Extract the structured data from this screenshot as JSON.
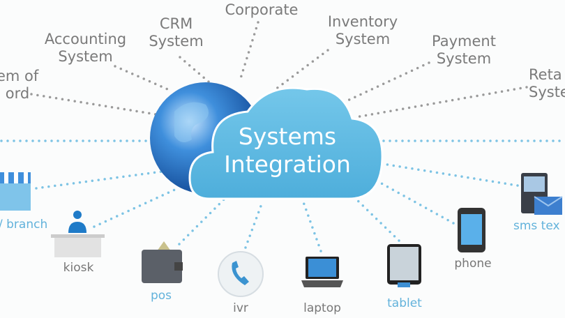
{
  "center": {
    "line1": "Systems",
    "line2": "Integration"
  },
  "systems": [
    {
      "line1": "em of",
      "line2": "ord"
    },
    {
      "line1": "Accounting",
      "line2": "System"
    },
    {
      "line1": "CRM",
      "line2": "System"
    },
    {
      "line1": "Corporate",
      "line2": ""
    },
    {
      "line1": "Inventory",
      "line2": "System"
    },
    {
      "line1": "Payment",
      "line2": "System"
    },
    {
      "line1": "Reta",
      "line2": "Syste"
    }
  ],
  "channels": {
    "branch": "/ branch",
    "kiosk": "kiosk",
    "pos": "pos",
    "ivr": "ivr",
    "laptop": "laptop",
    "tablet": "tablet",
    "phone": "phone",
    "sms": "sms tex"
  },
  "colors": {
    "cloud": "#5cb8e2",
    "globe": "#1f6fc0",
    "accent_label": "#62b2db",
    "gray_label": "#7a7a7a"
  }
}
